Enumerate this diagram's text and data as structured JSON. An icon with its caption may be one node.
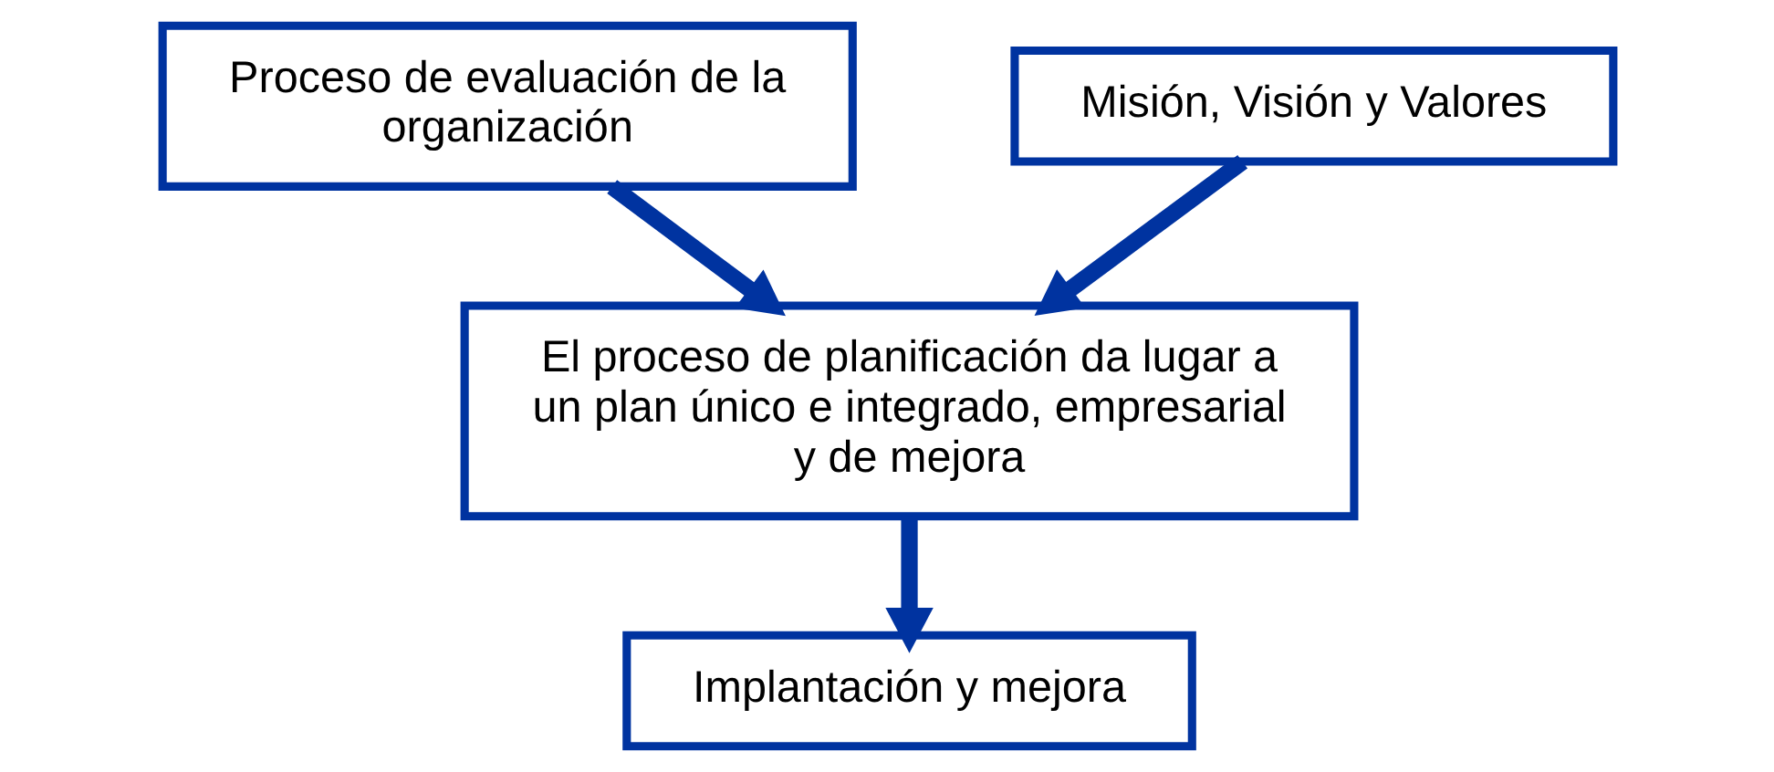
{
  "diagram": {
    "nodes": [
      {
        "text": [
          "Misión, Visión y Valores"
        ]
      },
      {
        "text": [
          "Proceso de evaluación de la organización"
        ]
      },
      {
        "text": [
          "El proceso de planificación da lugar a un plan único e integrado, empresarial y de mejora"
        ]
      },
      {
        "text": [
          "Implantación y mejora"
        ]
      }
    ],
    "edges": [
      {
        "from": 0,
        "to": 2,
        "arrow": "to"
      },
      {
        "from": 1,
        "to": 2,
        "arrow": "to"
      },
      {
        "from": 2,
        "to": 3,
        "arrow": "to"
      }
    ]
  }
}
